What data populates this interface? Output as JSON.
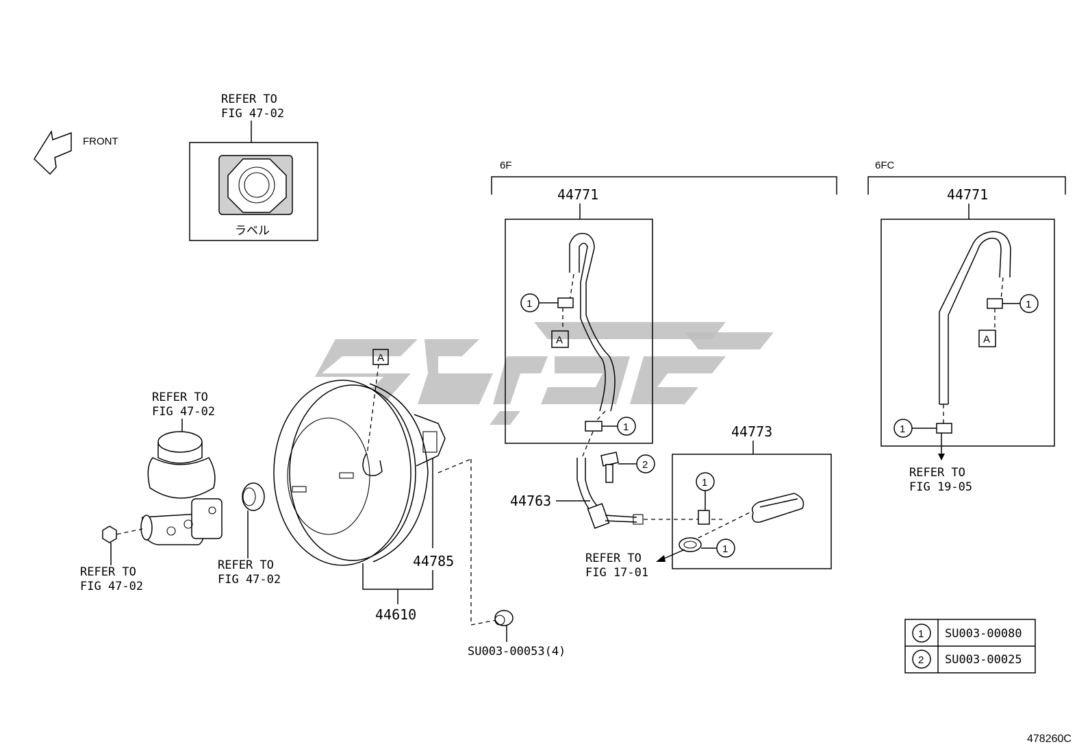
{
  "labels": {
    "front": "FRONT",
    "refer_top": [
      "REFER TO",
      "FIG 47-02"
    ],
    "label_jp": "ラベル",
    "refer_reservoir": [
      "REFER TO",
      "FIG 47-02"
    ],
    "refer_nut": [
      "REFER TO",
      "FIG 47-02"
    ],
    "refer_seal": [
      "REFER TO",
      "FIG 47-02"
    ],
    "refer_17": [
      "REFER TO",
      "FIG 17-01"
    ],
    "refer_19": [
      "REFER TO",
      "FIG 19-05"
    ],
    "group_6f": "6F",
    "group_6fc": "6FC",
    "marker_a": "A",
    "callout_1": "1",
    "callout_2": "2",
    "figure_id": "478260C"
  },
  "parts": {
    "p44771_left": "44771",
    "p44771_right": "44771",
    "p44773": "44773",
    "p44763": "44763",
    "p44785": "44785",
    "p44610": "44610",
    "nut": "SU003-00053(4)"
  },
  "legend": [
    {
      "num": "1",
      "part": "SU003-00080"
    },
    {
      "num": "2",
      "part": "SU003-00025"
    }
  ]
}
